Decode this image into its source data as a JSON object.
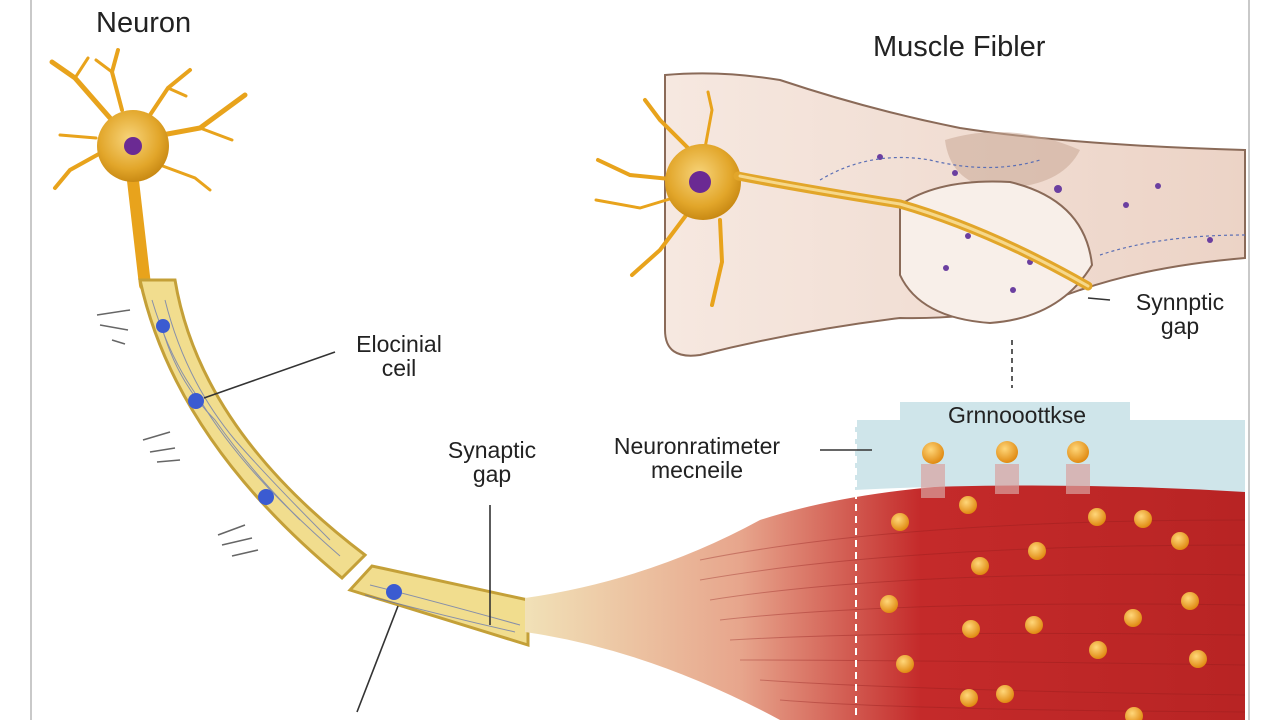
{
  "titles": {
    "neuron": "Neuron",
    "muscle_fiber": "Muscle Fibler"
  },
  "labels": {
    "electrical_cell": [
      "Elocinial",
      "ceil"
    ],
    "synaptic_gap_axon": [
      "Synaptic",
      "gap"
    ],
    "synaptic_gap_fiber": [
      "Synnptic",
      "gap"
    ],
    "neurotransmitter": [
      "Neuronratimeter",
      "mecneile"
    ],
    "membrane_box": "Grnnooottkse"
  },
  "colors": {
    "neuron_body": "#e2a62a",
    "neuron_dendrite": "#e8a31c",
    "nucleus": "#6b2a93",
    "axon_fill": "#f1dd8e",
    "axon_edge": "#c4a038",
    "muscle_red": "#c42a2a",
    "muscle_dark": "#8e1b1b",
    "fiber_skin": "#f1ddd2",
    "membrane_blue": "#cfe5ea",
    "vesicle": "#f0a128",
    "leader_line": "#333333"
  }
}
